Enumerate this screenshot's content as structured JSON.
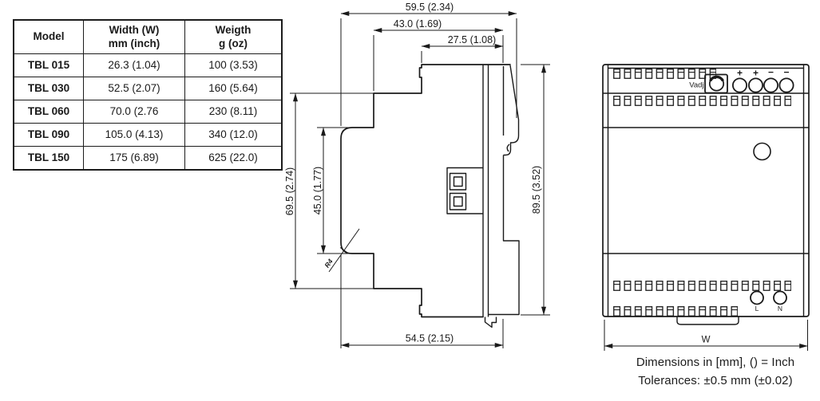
{
  "table": {
    "columns": [
      {
        "line1": "Model",
        "line2": ""
      },
      {
        "line1": "Width (W)",
        "line2": "mm (inch)"
      },
      {
        "line1": "Weigth",
        "line2": "g (oz)"
      }
    ],
    "rows": [
      {
        "model": "TBL 015",
        "width": "26.3 (1.04)",
        "weight": "100 (3.53)"
      },
      {
        "model": "TBL 030",
        "width": "52.5 (2.07)",
        "weight": "160 (5.64)"
      },
      {
        "model": "TBL 060",
        "width": "70.0 (2.76",
        "weight": "230 (8.11)"
      },
      {
        "model": "TBL 090",
        "width": "105.0 (4.13)",
        "weight": "340 (12.0)"
      },
      {
        "model": "TBL 150",
        "width": "175 (6.89)",
        "weight": "625 (22.0)"
      }
    ]
  },
  "side_view": {
    "dim_width_total": "59.5 (2.34)",
    "dim_width_mid": "43.0 (1.69)",
    "dim_width_top": "27.5 (1.08)",
    "dim_height_body": "69.5 (2.74)",
    "dim_height_bezel": "45.0 (1.77)",
    "dim_height_total": "89.5 (3.52)",
    "dim_depth_bottom": "54.5 (2.15)",
    "radius_label": "R4"
  },
  "front_view": {
    "vadj_label": "Vadj",
    "terminal_marks": [
      "+",
      "+",
      "−",
      "−"
    ],
    "line_label": "L",
    "neutral_label": "N",
    "width_label": "W"
  },
  "caption": {
    "line1": "Dimensions in [mm], () = Inch",
    "line2": "Tolerances: ±0.5 mm (±0.02)"
  },
  "colors": {
    "line": "#1a1a1a",
    "background": "#ffffff"
  }
}
